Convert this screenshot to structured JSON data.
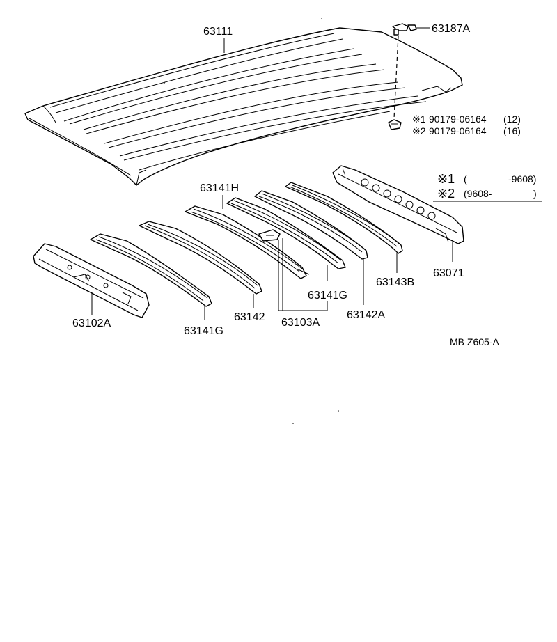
{
  "parts": {
    "roof_panel": "63111",
    "clip": "63187A",
    "front_header": "63102A",
    "bow_front": "63141G",
    "bow_2": "63142",
    "bow_center_h": "63141H",
    "bow_center_g": "63141G",
    "reinforcement": "63103A",
    "bow_4": "63142A",
    "bow_5": "63143B",
    "rear_header": "63071"
  },
  "fasteners": [
    {
      "mark": "※1",
      "part_no": "90179-06164",
      "qty": "(12)"
    },
    {
      "mark": "※2",
      "part_no": "90179-06164",
      "qty": "(16)"
    }
  ],
  "legend": [
    {
      "mark": "※1",
      "open": "(",
      "range": "-9608)"
    },
    {
      "mark": "※2",
      "open": "(9608-",
      "range": ")"
    }
  ],
  "diagram_code": "MB Z605-A",
  "icons": {
    "clip": "clip-icon",
    "nut": "nut-icon"
  }
}
